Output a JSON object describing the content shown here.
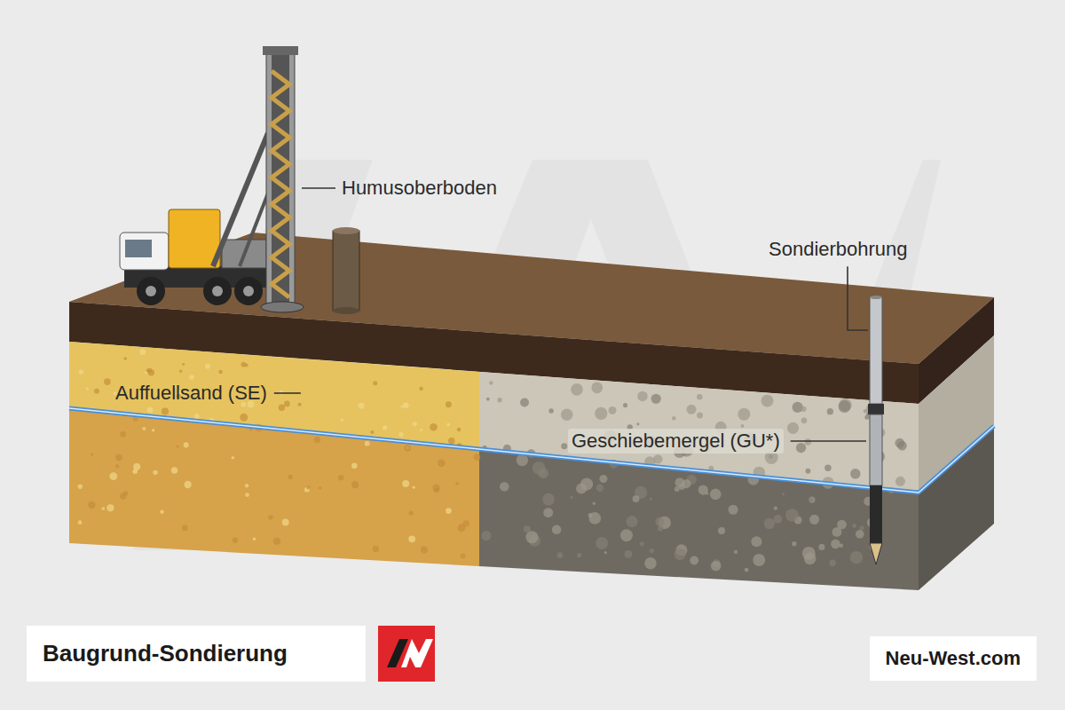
{
  "diagram": {
    "title": "Baugrund-Sondierung",
    "labels": [
      "Humusoberboden",
      "Sondierbohrung",
      "Auffuellsand (SE)",
      "Geschiebemergel (GU*)",
      "Neu-West.com"
    ]
  }
}
